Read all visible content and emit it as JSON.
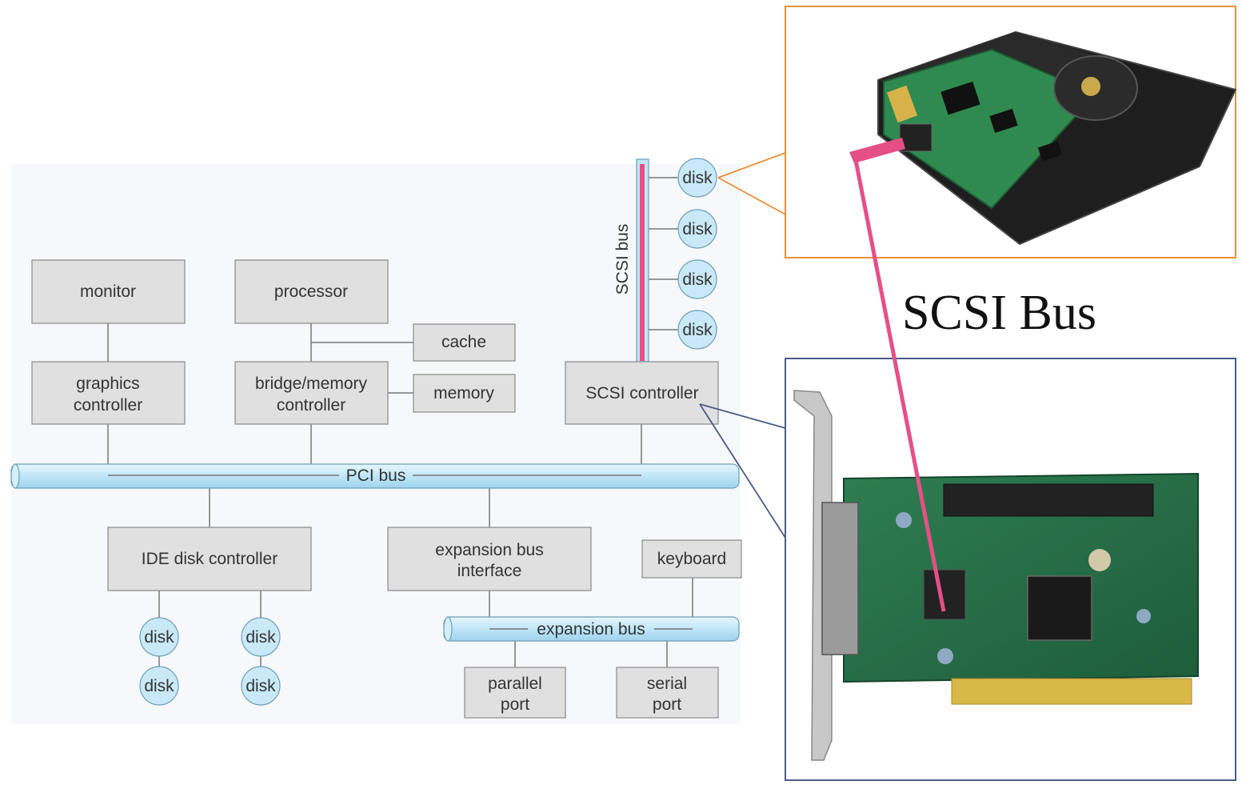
{
  "diagram": {
    "boxes": {
      "monitor": "monitor",
      "processor": "processor",
      "cache": "cache",
      "graphics_controller": [
        "graphics",
        "controller"
      ],
      "bridge_memory_controller": [
        "bridge/memory",
        "controller"
      ],
      "memory": "memory",
      "scsi_controller": "SCSI controller",
      "ide_disk_controller": "IDE disk controller",
      "expansion_bus_interface": [
        "expansion bus",
        "interface"
      ],
      "keyboard": "keyboard",
      "parallel_port": [
        "parallel",
        "port"
      ],
      "serial_port": [
        "serial",
        "port"
      ]
    },
    "buses": {
      "pci_bus": "PCI bus",
      "expansion_bus": "expansion bus",
      "scsi_bus": "SCSI bus"
    },
    "disk_label": "disk",
    "scsi_disk_count": 4,
    "ide_disk_count": 4
  },
  "callout": {
    "title": "SCSI Bus",
    "photo_top": "hard disk drive with SCSI cable",
    "photo_bottom": "PCI SCSI controller card"
  },
  "colors": {
    "box_fill": "#e0e0e0",
    "box_stroke": "#8a8a8a",
    "bus_fill": "#bfe6f7",
    "bus_stroke": "#6d9fb6",
    "disk_fill": "#c9e9f8",
    "cable": "#e64f86",
    "top_frame": "#e8903a",
    "bottom_frame": "#4a5b88"
  }
}
